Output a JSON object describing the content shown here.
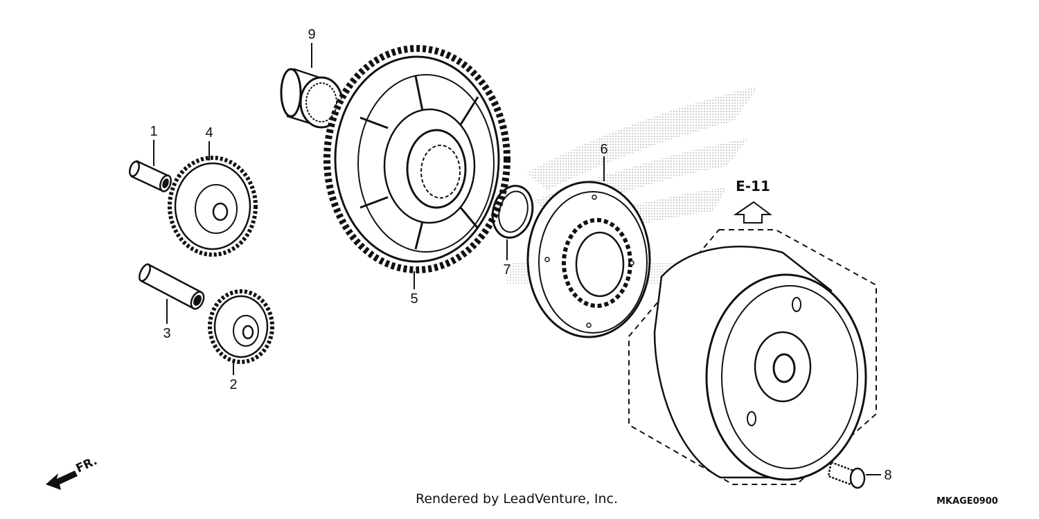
{
  "callouts": {
    "c1": "1",
    "c2": "2",
    "c3": "3",
    "c4": "4",
    "c5": "5",
    "c6": "6",
    "c7": "7",
    "c8": "8",
    "c9": "9"
  },
  "reference": "E-11",
  "direction": "FR.",
  "footer": {
    "credit": "Rendered by LeadVenture, Inc.",
    "code": "MKAGE0900"
  }
}
